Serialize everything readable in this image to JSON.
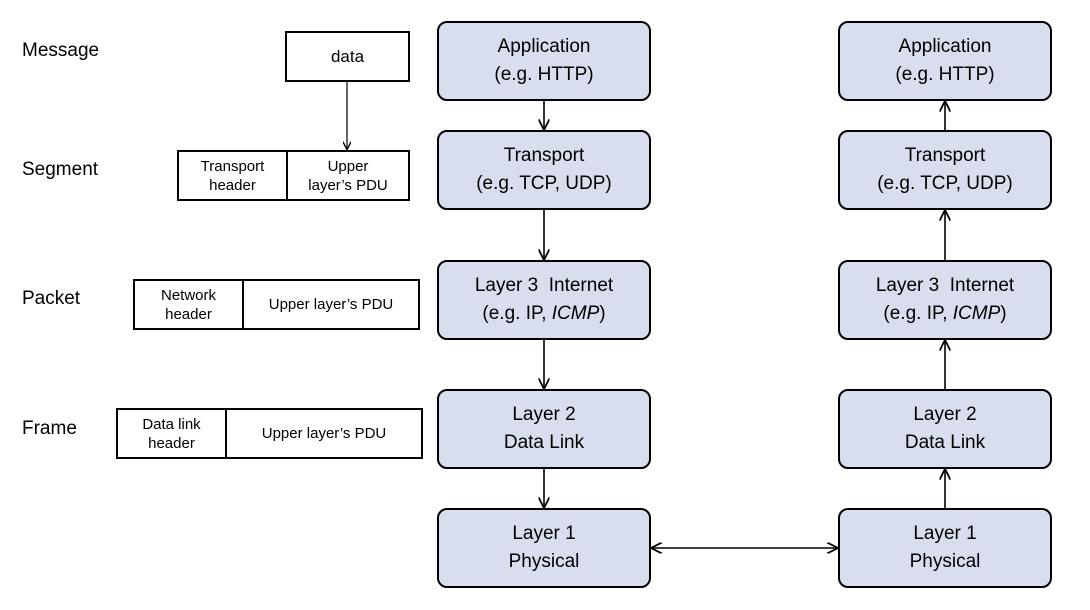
{
  "pdu_labels": {
    "message": "Message",
    "segment": "Segment",
    "packet": "Packet",
    "frame": "Frame"
  },
  "pdus": {
    "message": {
      "data": "data"
    },
    "segment": {
      "header": "Transport\nheader",
      "payload": "Upper\nlayer’s PDU"
    },
    "packet": {
      "header": "Network\nheader",
      "payload": "Upper layer’s PDU"
    },
    "frame": {
      "header": "Data link\nheader",
      "payload": "Upper layer’s  PDU"
    }
  },
  "left_stack": {
    "application": {
      "line1": "Application",
      "line2": "(e.g. HTTP)"
    },
    "transport": {
      "line1": "Transport",
      "line2": "(e.g. TCP, UDP)"
    },
    "internet": {
      "line1": "Layer 3  Internet",
      "line2_pre": "(e.g. IP, ",
      "line2_em": "ICMP",
      "line2_post": ")"
    },
    "datalink": {
      "line1": "Layer 2",
      "line2": "Data Link"
    },
    "physical": {
      "line1": "Layer 1",
      "line2": "Physical"
    }
  },
  "right_stack": {
    "application": {
      "line1": "Application",
      "line2": "(e.g. HTTP)"
    },
    "transport": {
      "line1": "Transport",
      "line2": "(e.g. TCP, UDP)"
    },
    "internet": {
      "line1": "Layer 3  Internet",
      "line2_pre": "(e.g. IP, ",
      "line2_em": "ICMP",
      "line2_post": ")"
    },
    "datalink": {
      "line1": "Layer 2",
      "line2": "Data Link"
    },
    "physical": {
      "line1": "Layer 1",
      "line2": "Physical"
    }
  },
  "colors": {
    "layer_fill": "#d9deef",
    "stroke": "#000000"
  }
}
